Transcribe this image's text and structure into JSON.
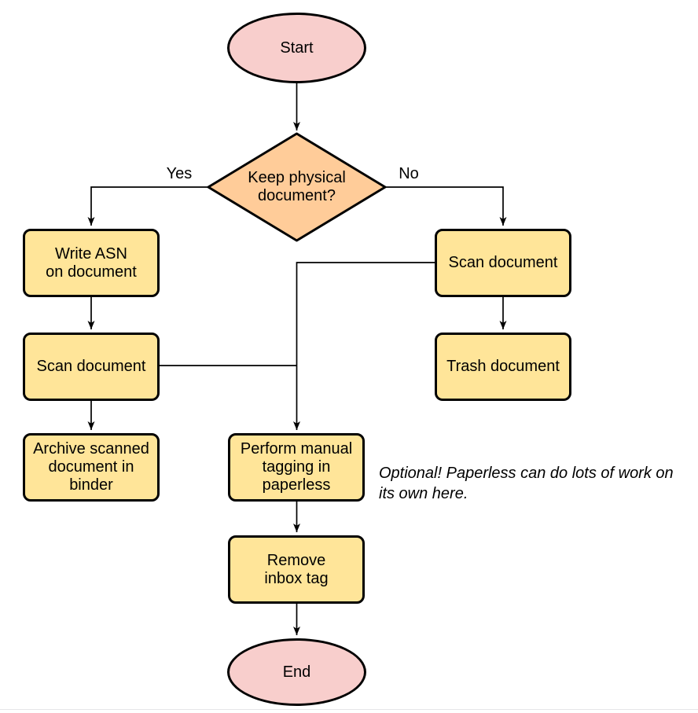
{
  "diagram": {
    "type": "flowchart",
    "nodes": {
      "start": {
        "label": "Start",
        "shape": "terminator"
      },
      "decision": {
        "label": "Keep physical\ndocument?",
        "shape": "decision"
      },
      "write_asn": {
        "label": "Write ASN\non document",
        "shape": "process"
      },
      "scan_left": {
        "label": "Scan document",
        "shape": "process"
      },
      "archive": {
        "label": "Archive scanned\ndocument in\nbinder",
        "shape": "process"
      },
      "scan_right": {
        "label": "Scan document",
        "shape": "process"
      },
      "trash": {
        "label": "Trash document",
        "shape": "process"
      },
      "perform_tagging": {
        "label": "Perform manual\ntagging in\npaperless",
        "shape": "process"
      },
      "remove_inbox_tag": {
        "label": "Remove\ninbox tag",
        "shape": "process"
      },
      "end": {
        "label": "End",
        "shape": "terminator"
      }
    },
    "edge_labels": {
      "yes": "Yes",
      "no": "No"
    },
    "edges": [
      {
        "from": "start",
        "to": "decision"
      },
      {
        "from": "decision",
        "to": "write_asn",
        "label": "Yes"
      },
      {
        "from": "decision",
        "to": "scan_right",
        "label": "No"
      },
      {
        "from": "write_asn",
        "to": "scan_left"
      },
      {
        "from": "scan_left",
        "to": "archive"
      },
      {
        "from": "scan_left",
        "to": "perform_tagging"
      },
      {
        "from": "scan_right",
        "to": "trash"
      },
      {
        "from": "scan_right",
        "to": "perform_tagging"
      },
      {
        "from": "perform_tagging",
        "to": "remove_inbox_tag"
      },
      {
        "from": "remove_inbox_tag",
        "to": "end"
      }
    ],
    "annotation": "Optional! Paperless can do lots of work on\nits own here.",
    "colors": {
      "terminator_fill": "#F8CECC",
      "decision_fill": "#FFCC99",
      "process_fill": "#FFE599",
      "stroke": "#000000"
    }
  }
}
